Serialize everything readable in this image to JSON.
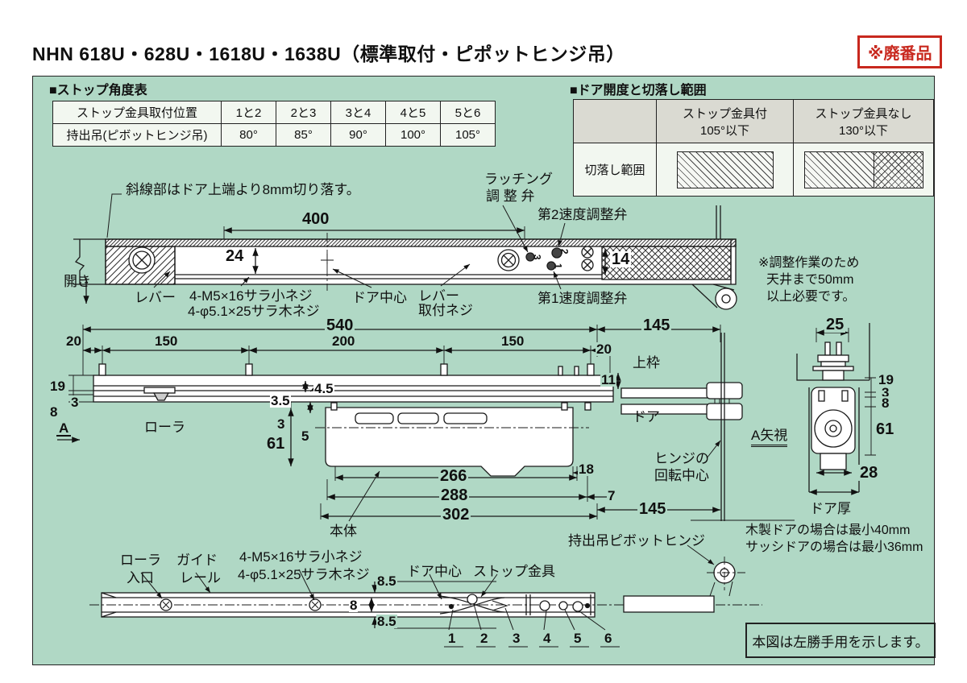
{
  "title": "NHN 618U・628U・1618U・1638U（標準取付・ピポットヒンジ吊）",
  "badge": "※廃番品",
  "colors": {
    "board_bg": "#b0d8c5",
    "accent_red": "#c8281e",
    "header_gray": "#dadad2"
  },
  "stop_angle_table": {
    "title": "■ストップ角度表",
    "col_header": "ストップ金具取付位置",
    "positions": [
      "1と2",
      "2と3",
      "3と4",
      "4と5",
      "5と6"
    ],
    "row_header": "持出吊(ピボットヒンジ吊)",
    "angles": [
      "80°",
      "85°",
      "90°",
      "100°",
      "105°"
    ]
  },
  "cutoff_table": {
    "title": "■ドア開度と切落し範囲",
    "with_stop": "ストップ金具付",
    "with_stop_sub": "105°以下",
    "without_stop": "ストップ金具なし",
    "without_stop_sub": "130°以下",
    "row_header": "切落し範囲"
  },
  "top_view": {
    "cut_note": "斜線部はドア上端より8mm切り落す。",
    "dim_400": "400",
    "dim_24": "24",
    "dim_14": "14",
    "open_label": "開き",
    "lever": "レバー",
    "screw_note_1": "4-M5×16サラ小ネジ",
    "screw_note_2": "4-φ5.1×25サラ木ネジ",
    "door_center": "ドア中心",
    "lever_screw_1": "レバー",
    "lever_screw_2": "取付ネジ",
    "latching_1": "ラッチング",
    "latching_2": "調 整 弁",
    "speed_valve_2": "第2速度調整弁",
    "speed_valve_1": "第1速度調整弁",
    "valve_no_3": "3",
    "valve_no_2": "2",
    "valve_no_1": "1",
    "ceiling_note_1": "※調整作業のため",
    "ceiling_note_2": "天井まで50mm",
    "ceiling_note_3": "以上必要です。"
  },
  "front_view": {
    "dim_540": "540",
    "dim_145_top": "145",
    "dim_20_left": "20",
    "dim_150_left": "150",
    "dim_200": "200",
    "dim_150_right": "150",
    "dim_20_right": "20",
    "dim_11": "11",
    "upper_frame": "上枠",
    "door": "ドア",
    "dim_19": "19",
    "dim_3_left": "3",
    "dim_8": "8",
    "section_arrow": "A",
    "roller": "ローラ",
    "dim_3_5": "3.5",
    "dim_4_5": "4.5",
    "dim_3_mid": "3",
    "dim_61": "61",
    "dim_5": "5",
    "dim_266": "266",
    "dim_288": "288",
    "dim_302": "302",
    "dim_18": "18",
    "dim_7": "7",
    "dim_145_bottom": "145",
    "body": "本体",
    "hinge_center_1": "ヒンジの",
    "hinge_center_2": "回転中心",
    "pivot_hinge": "持出吊ピボットヒンジ"
  },
  "section_view": {
    "label": "A矢視",
    "dim_25": "25",
    "dim_19": "19",
    "dim_3": "3",
    "dim_8": "8",
    "dim_61": "61",
    "dim_28": "28",
    "door_thickness": "ドア厚",
    "wood_note": "木製ドアの場合は最小40mm",
    "sash_note": "サッシドアの場合は最小36mm"
  },
  "plan_view": {
    "roller_entry_1": "ローラ",
    "roller_entry_2": "入口",
    "guide_rail_1": "ガイド",
    "guide_rail_2": "レール",
    "screw_note_1": "4-M5×16サラ小ネジ",
    "screw_note_2": "4-φ5.1×25サラ木ネジ",
    "door_center": "ドア中心",
    "stop_bracket": "ストップ金具",
    "dim_85_top": "8.5",
    "dim_8": "8",
    "dim_85_bottom": "8.5",
    "positions": [
      "1",
      "2",
      "3",
      "4",
      "5",
      "6"
    ]
  },
  "footer_note": "本図は左勝手用を示します。"
}
